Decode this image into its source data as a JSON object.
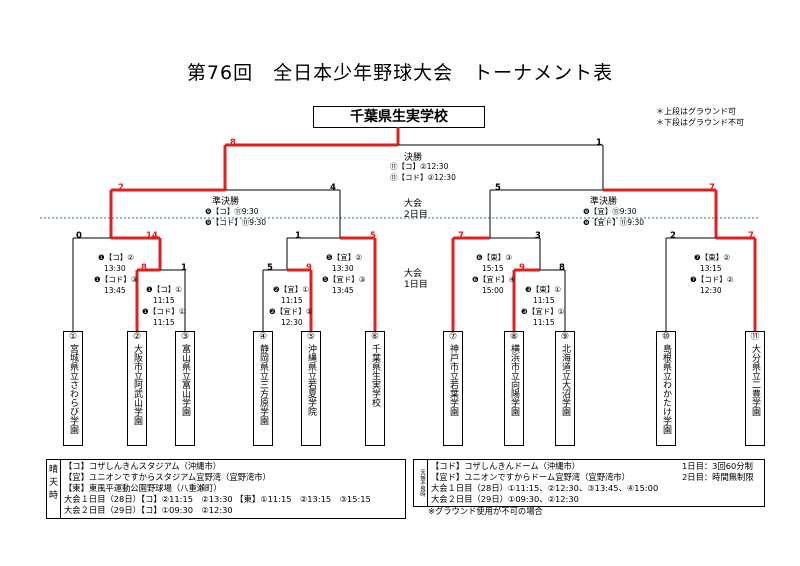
{
  "title": "第76回　全日本少年野球大会　トーナメント表",
  "champion": "千葉県生実学校",
  "legend": [
    "＊上段はグラウンド可",
    "＊下段はグラウンド不可"
  ],
  "rounds": {
    "final": "決勝",
    "semi": "準決勝",
    "day2_a": "大会",
    "day2_b": "2日目",
    "day1_a": "大会",
    "day1_b": "1日目"
  },
  "teams": [
    {
      "no": "①",
      "name": "宮城県立さわらび学園"
    },
    {
      "no": "②",
      "name": "大阪市立阿武山学園"
    },
    {
      "no": "③",
      "name": "富山県立富山学園"
    },
    {
      "no": "④",
      "name": "静岡県立三方原学園"
    },
    {
      "no": "⑤",
      "name": "沖縄県立若夏学院"
    },
    {
      "no": "⑥",
      "name": "千葉県生実学校"
    },
    {
      "no": "⑦",
      "name": "神戸市立若葉学園"
    },
    {
      "no": "⑧",
      "name": "横浜市立向陽学園"
    },
    {
      "no": "⑨",
      "name": "北海道立大沼学園"
    },
    {
      "no": "⑩",
      "name": "島根県立わかたけ学園"
    },
    {
      "no": "⑪",
      "name": "大分県立二豊学園"
    }
  ],
  "scores": {
    "final_l": "8",
    "final_r": "1",
    "sf_l_l": "2",
    "sf_l_r": "4",
    "sf_r_l": "5",
    "sf_r_r": "7",
    "q1_l": "0",
    "q1_r": "14",
    "q2_l": "1",
    "q2_r": "5",
    "q3_l": "7",
    "q3_r": "3",
    "q4_l": "2",
    "q4_r": "7",
    "r1a_l": "8",
    "r1a_r": "1",
    "r1b_l": "5",
    "r1b_r": "9",
    "r1c_l": "9",
    "r1c_r": "8"
  },
  "games": {
    "final_1": "⑪【コ】②12:30",
    "final_2": "⑪【コド】②12:30",
    "semi_l_1": "❾【コ】⑪9:30",
    "semi_l_2": "❾【コド】⑪9:30",
    "semi_r_1": "❾【宜】⑪9:30",
    "semi_r_2": "❾【宜ド】⑪9:30",
    "g_c1_1": "❶【コ】②",
    "g_c1_2": "13:30",
    "g_c1_3": "❶【コド】③",
    "g_c1_4": "13:45",
    "g_c2_1": "❺【宜】②",
    "g_c2_2": "13:30",
    "g_c2_3": "❺【宜ド】③",
    "g_c2_4": "13:45",
    "g_c3_1": "❻【東】③",
    "g_c3_2": "15:15",
    "g_c3_3": "❻【宜ド】④",
    "g_c3_4": "15:00",
    "g_c4_1": "❼【東】②",
    "g_c4_2": "13:15",
    "g_c4_3": "❼【コド】②",
    "g_c4_4": "12:30",
    "g_r1a_1": "❶【コ】①",
    "g_r1a_2": "11:15",
    "g_r1a_3": "❶【コド】①",
    "g_r1a_4": "11:15",
    "g_r1b_1": "❷【宜】①",
    "g_r1b_2": "11:15",
    "g_r1b_3": "❷【宜ド】①",
    "g_r1b_4": "12:30",
    "g_r1c_1": "❸【東】①",
    "g_r1c_2": "11:15",
    "g_r1c_3": "❸【宜ド】①",
    "g_r1c_4": "11:15"
  },
  "footer_left": {
    "side": [
      "晴",
      "天",
      "時"
    ],
    "lines": [
      "【コ】コザしんきんスタジアム（沖縄市）",
      "【宜】ユニオンですからスタジアム宜野湾（宜野湾市）",
      "【東】東風平運動公園野球場（八重瀬町）",
      "大会１日目（28日）【コ】②11:15　②13:30 【東】①11:15　②13:15　③15:15",
      "大会２日目（29日）【コ】①09:30　②12:30"
    ]
  },
  "footer_right": {
    "side": "天候不良時",
    "lines": [
      "【コド】コザしんきんドーム（沖縄市）",
      "【宜ド】ユニオンですからドーム宜野湾（宜野湾市）",
      "大会１日目（28日）①11:15、②12:30、③13:45、④15:00",
      "大会２日目（29日）①09:30、②12:30"
    ],
    "rules": [
      "1日目：3回60分制",
      "2日目：時間無制限"
    ],
    "note": "※グラウンド使用が不可の場合"
  }
}
